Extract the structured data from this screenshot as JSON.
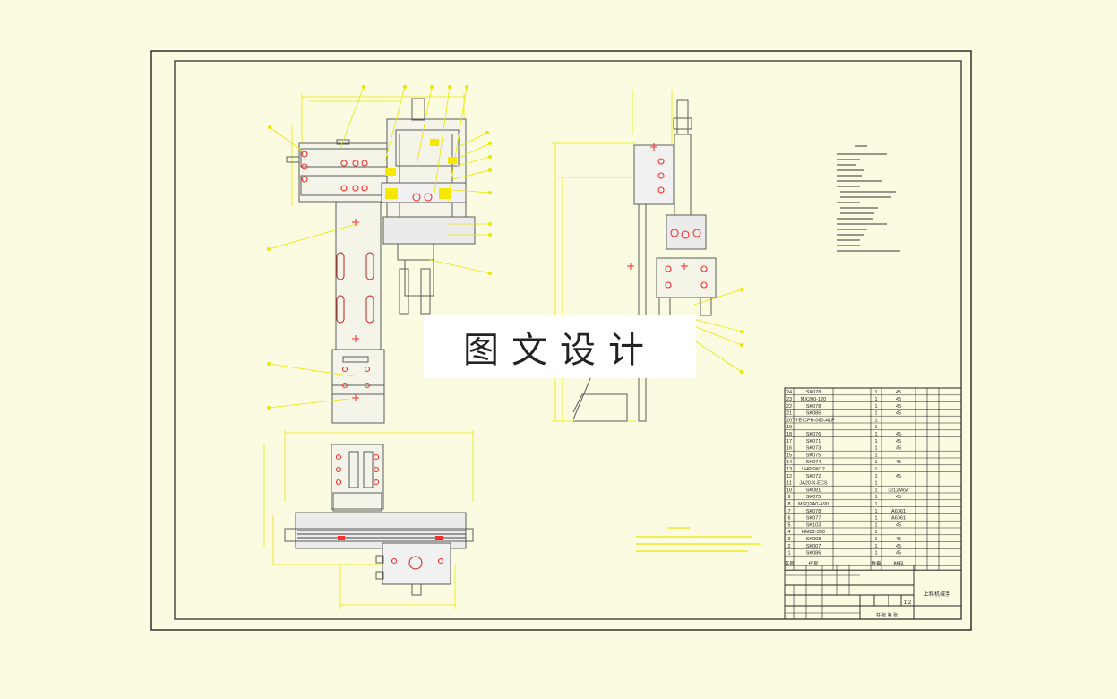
{
  "watermark": "图文设计",
  "title_block": {
    "drawing_name": "上料机械手",
    "scale": "1:2",
    "sheet": "共 张 第 张"
  },
  "bom": {
    "rows": [
      {
        "no": "24",
        "code": "SK078",
        "qty": "1",
        "mat": "45"
      },
      {
        "no": "23",
        "code": "MX200-120",
        "qty": "1",
        "mat": "45"
      },
      {
        "no": "22",
        "code": "SK078",
        "qty": "1",
        "mat": "45"
      },
      {
        "no": "21",
        "code": "SK086",
        "qty": "1",
        "mat": "45"
      },
      {
        "no": "20",
        "code": "TYE-CPH-080-A1F",
        "qty": "1",
        "mat": ""
      },
      {
        "no": "19",
        "code": "",
        "qty": "1",
        "mat": ""
      },
      {
        "no": "18",
        "code": "SK076",
        "qty": "1",
        "mat": "45"
      },
      {
        "no": "17",
        "code": "SK071",
        "qty": "1",
        "mat": "45"
      },
      {
        "no": "16",
        "code": "SK073",
        "qty": "1",
        "mat": "45"
      },
      {
        "no": "15",
        "code": "SK075",
        "qty": "1",
        "mat": ""
      },
      {
        "no": "14",
        "code": "SK074",
        "qty": "1",
        "mat": "45"
      },
      {
        "no": "13",
        "code": "LHPSW12",
        "qty": "1",
        "mat": ""
      },
      {
        "no": "12",
        "code": "SK072",
        "qty": "1",
        "mat": "45"
      },
      {
        "no": "11",
        "code": "JA20-X-ECS",
        "qty": "1",
        "mat": ""
      },
      {
        "no": "10",
        "code": "SK081",
        "qty": "1",
        "mat": "Cr12MoV"
      },
      {
        "no": "9",
        "code": "SK075",
        "qty": "1",
        "mat": "45"
      },
      {
        "no": "8",
        "code": "MSQ2A0-A90",
        "qty": "1",
        "mat": ""
      },
      {
        "no": "7",
        "code": "SK078",
        "qty": "1",
        "mat": "A6061"
      },
      {
        "no": "6",
        "code": "SK077",
        "qty": "1",
        "mat": "A6061"
      },
      {
        "no": "5",
        "code": "SK103",
        "qty": "1",
        "mat": "45"
      },
      {
        "no": "4",
        "code": "HMZ2-350",
        "qty": "1",
        "mat": ""
      },
      {
        "no": "3",
        "code": "SK008",
        "qty": "1",
        "mat": "45"
      },
      {
        "no": "2",
        "code": "SK007",
        "qty": "1",
        "mat": "45"
      },
      {
        "no": "1",
        "code": "SK086",
        "qty": "1",
        "mat": "45"
      }
    ],
    "header_no": "序号",
    "header_code": "代号",
    "header_qty": "数量",
    "header_mat": "材料"
  },
  "colors": {
    "background": "#fbfbe2",
    "frame": "#000000",
    "part_line": "#6b6b6b",
    "dimension": "#ffff00",
    "hole": "#ff2a2a"
  }
}
